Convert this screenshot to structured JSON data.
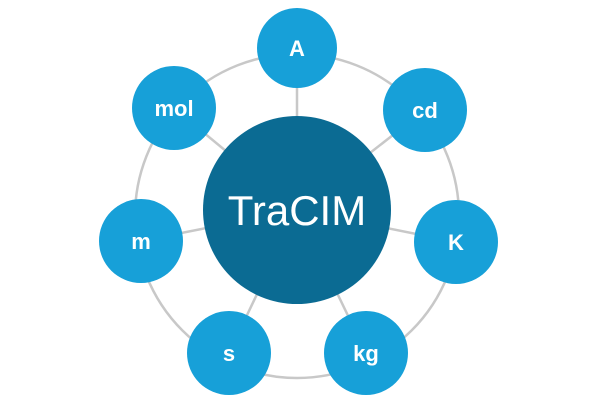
{
  "colors": {
    "center_fill": "#0b6b93",
    "node_fill": "#17a0d8",
    "ring_stroke": "#c8c8c8",
    "label_color": "#ffffff"
  },
  "center": {
    "label": "TraCIM"
  },
  "nodes": [
    {
      "label": "A"
    },
    {
      "label": "cd"
    },
    {
      "label": "K"
    },
    {
      "label": "kg"
    },
    {
      "label": "s"
    },
    {
      "label": "m"
    },
    {
      "label": "mol"
    }
  ]
}
